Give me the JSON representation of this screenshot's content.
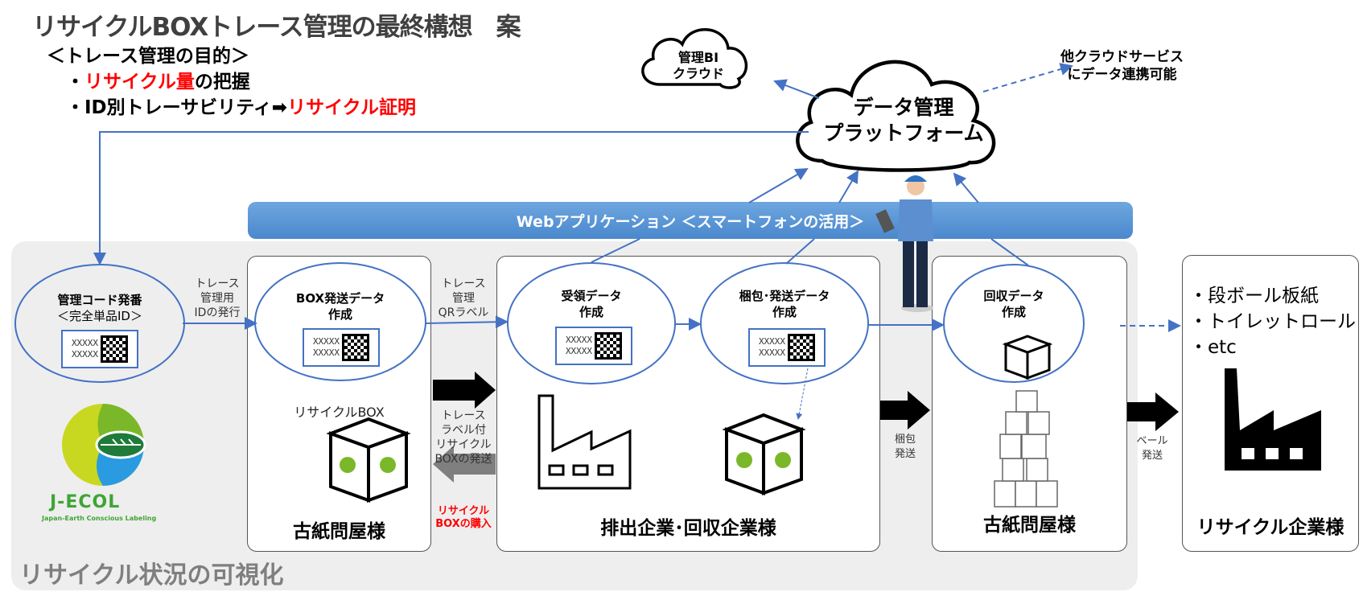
{
  "header": {
    "title": "リサイクルBOXトレース管理の最終構想　案",
    "purpose_heading": "＜トレース管理の目的＞",
    "purpose_items": [
      {
        "bullet": "・",
        "highlight": "リサイクル量",
        "rest": "の把握"
      },
      {
        "bullet": "・",
        "prefix": "ID別トレーサビリティ➡",
        "highlight": "リサイクル証明"
      }
    ]
  },
  "clouds": {
    "bi_cloud": [
      "管理BI",
      "クラウド"
    ],
    "platform": [
      "データ管理",
      "プラットフォーム"
    ],
    "other_services": [
      "他クラウドサービス",
      "にデータ連携可能"
    ]
  },
  "web_app_bar": "Webアプリケーション ＜スマートフォンの活用＞",
  "visualization_label": "リサイクル状況の可視化",
  "logo": {
    "name": "J-ECOL",
    "tagline": "Japan-Earth Conscious Labeling"
  },
  "nodes": {
    "code_issue": {
      "title": "管理コード発番",
      "subtitle": "＜完全単品ID＞",
      "qr_text": [
        "XXXXX",
        "XXXXX"
      ]
    },
    "box_ship_data": {
      "title": [
        "BOX発送データ",
        "作成"
      ],
      "qr_text": [
        "XXXXX",
        "XXXXX"
      ]
    },
    "receive_data": {
      "title": [
        "受領データ",
        "作成"
      ],
      "qr_text": [
        "XXXXX",
        "XXXXX"
      ]
    },
    "pack_ship_data": {
      "title": [
        "梱包･発送データ",
        "作成"
      ],
      "qr_text": [
        "XXXXX",
        "XXXXX"
      ]
    },
    "collect_data": {
      "title": [
        "回収データ",
        "作成"
      ]
    }
  },
  "flow_labels": {
    "issue_id": [
      "トレース",
      "管理用",
      "IDの発行"
    ],
    "qr_label": [
      "トレース",
      "管理",
      "QRラベル"
    ],
    "ship_box": [
      "トレース",
      "ラベル付",
      "リサイクル",
      "BOXの発送"
    ],
    "buy_box": [
      "リサイクル",
      "BOXの購入"
    ],
    "pack_ship": [
      "梱包",
      "発送"
    ],
    "bale_ship": [
      "ベール",
      "発送"
    ]
  },
  "cards": {
    "wholesaler_1": {
      "caption": "リサイクルBOX",
      "title": "古紙問屋様"
    },
    "emitter": {
      "title": "排出企業･回収企業様"
    },
    "wholesaler_2": {
      "title": "古紙問屋様"
    },
    "recycler": {
      "title": "リサイクル企業様",
      "products": [
        "・段ボール板紙",
        "・トイレットロール",
        "・etc"
      ]
    }
  },
  "colors": {
    "accent_blue": "#4472c4",
    "web_bar": "#5b9bd5",
    "highlight_red": "#ff0000",
    "panel_gray": "#eeeeee",
    "logo_green": "#3fa535"
  }
}
